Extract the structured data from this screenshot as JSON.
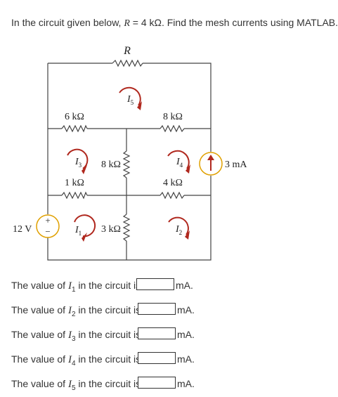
{
  "question": {
    "prefix": "In the circuit given below, ",
    "var": "R",
    "suffix": " = 4 kΩ. Find the mesh currents using MATLAB."
  },
  "circuit": {
    "resistor_R": "R",
    "r_6k": "6 kΩ",
    "r_8k_top_right": "8 kΩ",
    "r_8k_middle": "8 kΩ",
    "r_4k": "4 kΩ",
    "r_1k": "1 kΩ",
    "r_3k": "3 kΩ",
    "voltage_source": "12 V",
    "voltage_plus": "+",
    "voltage_minus": "−",
    "current_source": "3 mA",
    "mesh_currents": [
      {
        "letter": "I",
        "sub": "1"
      },
      {
        "letter": "I",
        "sub": "2"
      },
      {
        "letter": "I",
        "sub": "3"
      },
      {
        "letter": "I",
        "sub": "4"
      },
      {
        "letter": "I",
        "sub": "5"
      }
    ]
  },
  "answers": [
    {
      "prefix": "The value of ",
      "var": "I",
      "sub": "1",
      "suffix": " in the circuit is",
      "value": "",
      "unit": "mA."
    },
    {
      "prefix": "The value of ",
      "var": "I",
      "sub": "2",
      "suffix": " in the circuit is",
      "value": "",
      "unit": "mA."
    },
    {
      "prefix": "The value of ",
      "var": "I",
      "sub": "3",
      "suffix": " in the circuit is",
      "value": "",
      "unit": "mA."
    },
    {
      "prefix": "The value of ",
      "var": "I",
      "sub": "4",
      "suffix": " in the circuit is",
      "value": "",
      "unit": "mA."
    },
    {
      "prefix": "The value of ",
      "var": "I",
      "sub": "5",
      "suffix": " in the circuit is",
      "value": "",
      "unit": "mA."
    }
  ],
  "colors": {
    "wire": "#444444",
    "mesh_arrow": "#b0281e",
    "source_outline": "#e0a000"
  }
}
